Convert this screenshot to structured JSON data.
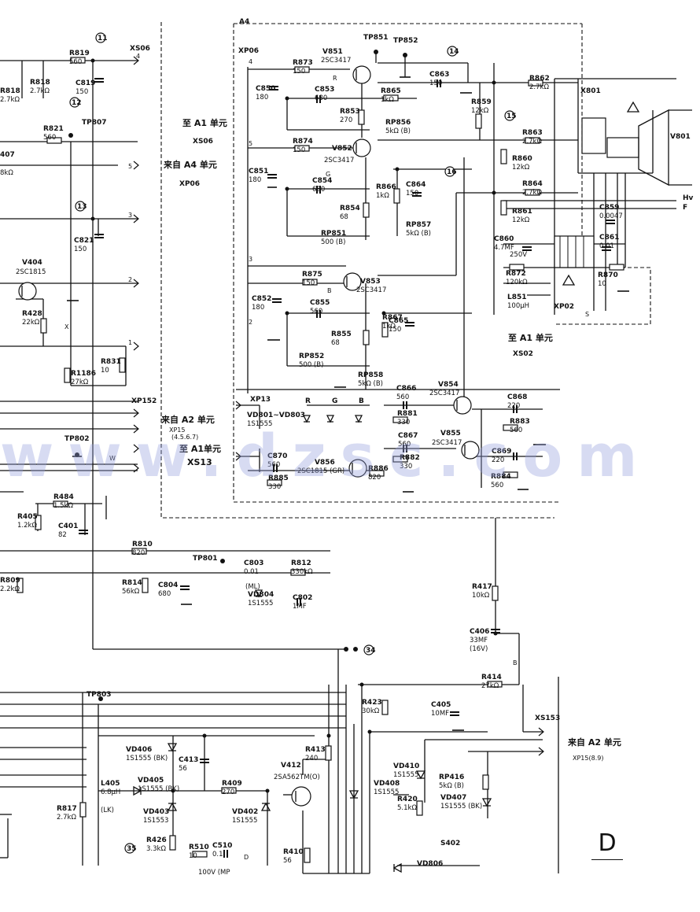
{
  "connectors": {
    "XS06": "XS06",
    "XP06": "XP06",
    "XP06_pin": "4",
    "XP13": "XP13",
    "XS13": "XS13",
    "XP152": "XP152",
    "XP15": "XP15",
    "XP15_pins": "(4.5.6.7)",
    "XP02": "XP02",
    "XS02": "XS02",
    "XS153": "XS153",
    "XP15b": "XP15(8.9)",
    "X801": "X801",
    "S402": "S402",
    "pin4": "4",
    "pin5": "5",
    "pin3": "3",
    "pin2": "2",
    "pin1": "1"
  },
  "notes": {
    "to_A1": "至 A1 单元",
    "from_A4": "来自 A4 单元",
    "from_A2": "来自 A2 单元",
    "to_A1_xs13": "至 A1单元",
    "to_A2_xs153": "来自 A2 单元",
    "board_A4": "A4",
    "pin_w": "W",
    "pin_x": "X",
    "pin_b": "B",
    "pin_d": "D",
    "pin_s": "S",
    "hv": "Hv",
    "f": "F"
  },
  "testpoints": {
    "TP851": "TP851",
    "TP852": "TP852",
    "TP807": "TP807",
    "TP802": "TP802",
    "TP801": "TP801",
    "TP803": "TP803"
  },
  "transistors": [
    {
      "ref": "V851",
      "type": "2SC3417"
    },
    {
      "ref": "V852",
      "type": "2SC3417"
    },
    {
      "ref": "V853",
      "type": "2SC3417"
    },
    {
      "ref": "V854",
      "type": "2SC3417"
    },
    {
      "ref": "V855",
      "type": "2SC3417"
    },
    {
      "ref": "V856",
      "type": "2SC1815 (GR)"
    },
    {
      "ref": "V404",
      "type": "2SC1815"
    },
    {
      "ref": "V412",
      "type": "2SA562TM(O)"
    },
    {
      "ref": "V801",
      "type": ""
    }
  ],
  "resistors": [
    {
      "ref": "R819",
      "val": "560"
    },
    {
      "ref": "R818",
      "val": "2.7kΩ"
    },
    {
      "ref": "R821",
      "val": "560"
    },
    {
      "ref": "R873",
      "val": "150"
    },
    {
      "ref": "R874",
      "val": "150"
    },
    {
      "ref": "R875",
      "val": "150"
    },
    {
      "ref": "R853",
      "val": "270"
    },
    {
      "ref": "R865",
      "val": "1kΩ"
    },
    {
      "ref": "R866",
      "val": "1kΩ"
    },
    {
      "ref": "R854",
      "val": "68"
    },
    {
      "ref": "R855",
      "val": "68"
    },
    {
      "ref": "R867",
      "val": "1kΩ"
    },
    {
      "ref": "R859",
      "val": "12kΩ"
    },
    {
      "ref": "R860",
      "val": "12kΩ"
    },
    {
      "ref": "R861",
      "val": "12kΩ"
    },
    {
      "ref": "R862",
      "val": "2.7kΩ"
    },
    {
      "ref": "R863",
      "val": "2.7kΩ"
    },
    {
      "ref": "R864",
      "val": "2.7kΩ"
    },
    {
      "ref": "R872",
      "val": "120kΩ"
    },
    {
      "ref": "R870",
      "val": "10"
    },
    {
      "ref": "R881",
      "val": "330"
    },
    {
      "ref": "R882",
      "val": "330"
    },
    {
      "ref": "R883",
      "val": "560"
    },
    {
      "ref": "R884",
      "val": "560"
    },
    {
      "ref": "R885",
      "val": "330"
    },
    {
      "ref": "R886",
      "val": "820"
    },
    {
      "ref": "R428",
      "val": "22kΩ"
    },
    {
      "ref": "R1186",
      "val": "27kΩ"
    },
    {
      "ref": "R831",
      "val": "10"
    },
    {
      "ref": "R405",
      "val": "1.2kΩ"
    },
    {
      "ref": "R484",
      "val": "1.5kΩ"
    },
    {
      "ref": "R810",
      "val": "820"
    },
    {
      "ref": "R814",
      "val": "56kΩ"
    },
    {
      "ref": "R812",
      "val": "330kΩ"
    },
    {
      "ref": "R809",
      "val": "2.2kΩ"
    },
    {
      "ref": "R417",
      "val": "10kΩ"
    },
    {
      "ref": "R414",
      "val": "27kΩ"
    },
    {
      "ref": "R423",
      "val": "30kΩ"
    },
    {
      "ref": "R413",
      "val": "240"
    },
    {
      "ref": "R409",
      "val": "270"
    },
    {
      "ref": "R420",
      "val": "5.1kΩ"
    },
    {
      "ref": "R410",
      "val": "56"
    },
    {
      "ref": "R817",
      "val": "2.7kΩ"
    },
    {
      "ref": "R426",
      "val": "3.3kΩ"
    },
    {
      "ref": "R510",
      "val": "10"
    }
  ],
  "pots": [
    {
      "ref": "RP856",
      "val": "5kΩ (B)"
    },
    {
      "ref": "RP857",
      "val": "5kΩ (B)"
    },
    {
      "ref": "RP851",
      "val": "500 (B)"
    },
    {
      "ref": "RP852",
      "val": "500 (B)"
    },
    {
      "ref": "RP858",
      "val": "5kΩ (B)"
    },
    {
      "ref": "RP416",
      "val": "5kΩ (B)"
    }
  ],
  "capacitors": [
    {
      "ref": "C819",
      "val": "150"
    },
    {
      "ref": "C821",
      "val": "150"
    },
    {
      "ref": "C850",
      "val": "180"
    },
    {
      "ref": "C851",
      "val": "180"
    },
    {
      "ref": "C852",
      "val": "180"
    },
    {
      "ref": "C853",
      "val": "680"
    },
    {
      "ref": "C854",
      "val": "680"
    },
    {
      "ref": "C855",
      "val": "560"
    },
    {
      "ref": "C863",
      "val": "150"
    },
    {
      "ref": "C864",
      "val": "150"
    },
    {
      "ref": "C865",
      "val": "150"
    },
    {
      "ref": "C866",
      "val": "560"
    },
    {
      "ref": "C867",
      "val": "560"
    },
    {
      "ref": "C868",
      "val": "220"
    },
    {
      "ref": "C869",
      "val": "220"
    },
    {
      "ref": "C870",
      "val": "560"
    },
    {
      "ref": "C859",
      "val": "0.0047"
    },
    {
      "ref": "C860",
      "val": "4.7MF"
    },
    {
      "ref": "C860v",
      "val": "250V"
    },
    {
      "ref": "C861",
      "val": "0.01"
    },
    {
      "ref": "C401",
      "val": "82"
    },
    {
      "ref": "C803",
      "val": "0.01"
    },
    {
      "ref": "C803t",
      "val": "(ML)"
    },
    {
      "ref": "C804",
      "val": "680"
    },
    {
      "ref": "C802",
      "val": "1MF"
    },
    {
      "ref": "C406",
      "val": "33MF"
    },
    {
      "ref": "C406v",
      "val": "(16V)"
    },
    {
      "ref": "C405",
      "val": "10MF"
    },
    {
      "ref": "C413",
      "val": "56"
    },
    {
      "ref": "C510",
      "val": "0.1"
    },
    {
      "ref": "C510v",
      "val": "100V (MP"
    }
  ],
  "diodes": [
    {
      "ref": "VD801~VD803",
      "val": "1S1555"
    },
    {
      "ref": "VD804",
      "val": "1S1555"
    },
    {
      "ref": "VD406",
      "val": "1S1555 (BK)"
    },
    {
      "ref": "VD405",
      "val": "1S1555 (BK)"
    },
    {
      "ref": "VD403",
      "val": "1S1553"
    },
    {
      "ref": "VD402",
      "val": "1S1555"
    },
    {
      "ref": "VD410",
      "val": "1S1555"
    },
    {
      "ref": "VD408",
      "val": "1S1555"
    },
    {
      "ref": "VD407",
      "val": "1S1555 (BK)"
    },
    {
      "ref": "VD806",
      "val": ""
    }
  ],
  "inductors": [
    {
      "ref": "L851",
      "val": "100μH"
    },
    {
      "ref": "L405",
      "val": "6.8μH"
    },
    {
      "ref": "L405t",
      "val": "(LK)"
    }
  ],
  "channels": {
    "r": "R",
    "g": "G",
    "b": "B"
  },
  "numbered_markers": [
    "11",
    "12",
    "13",
    "14",
    "15",
    "16",
    "34",
    "35"
  ],
  "cut_left": [
    "R818",
    "2.7kΩ",
    "407",
    "8kΩ",
    "R809",
    "2.2kΩ"
  ],
  "watermark": "www.dzsc.com",
  "section": "D"
}
